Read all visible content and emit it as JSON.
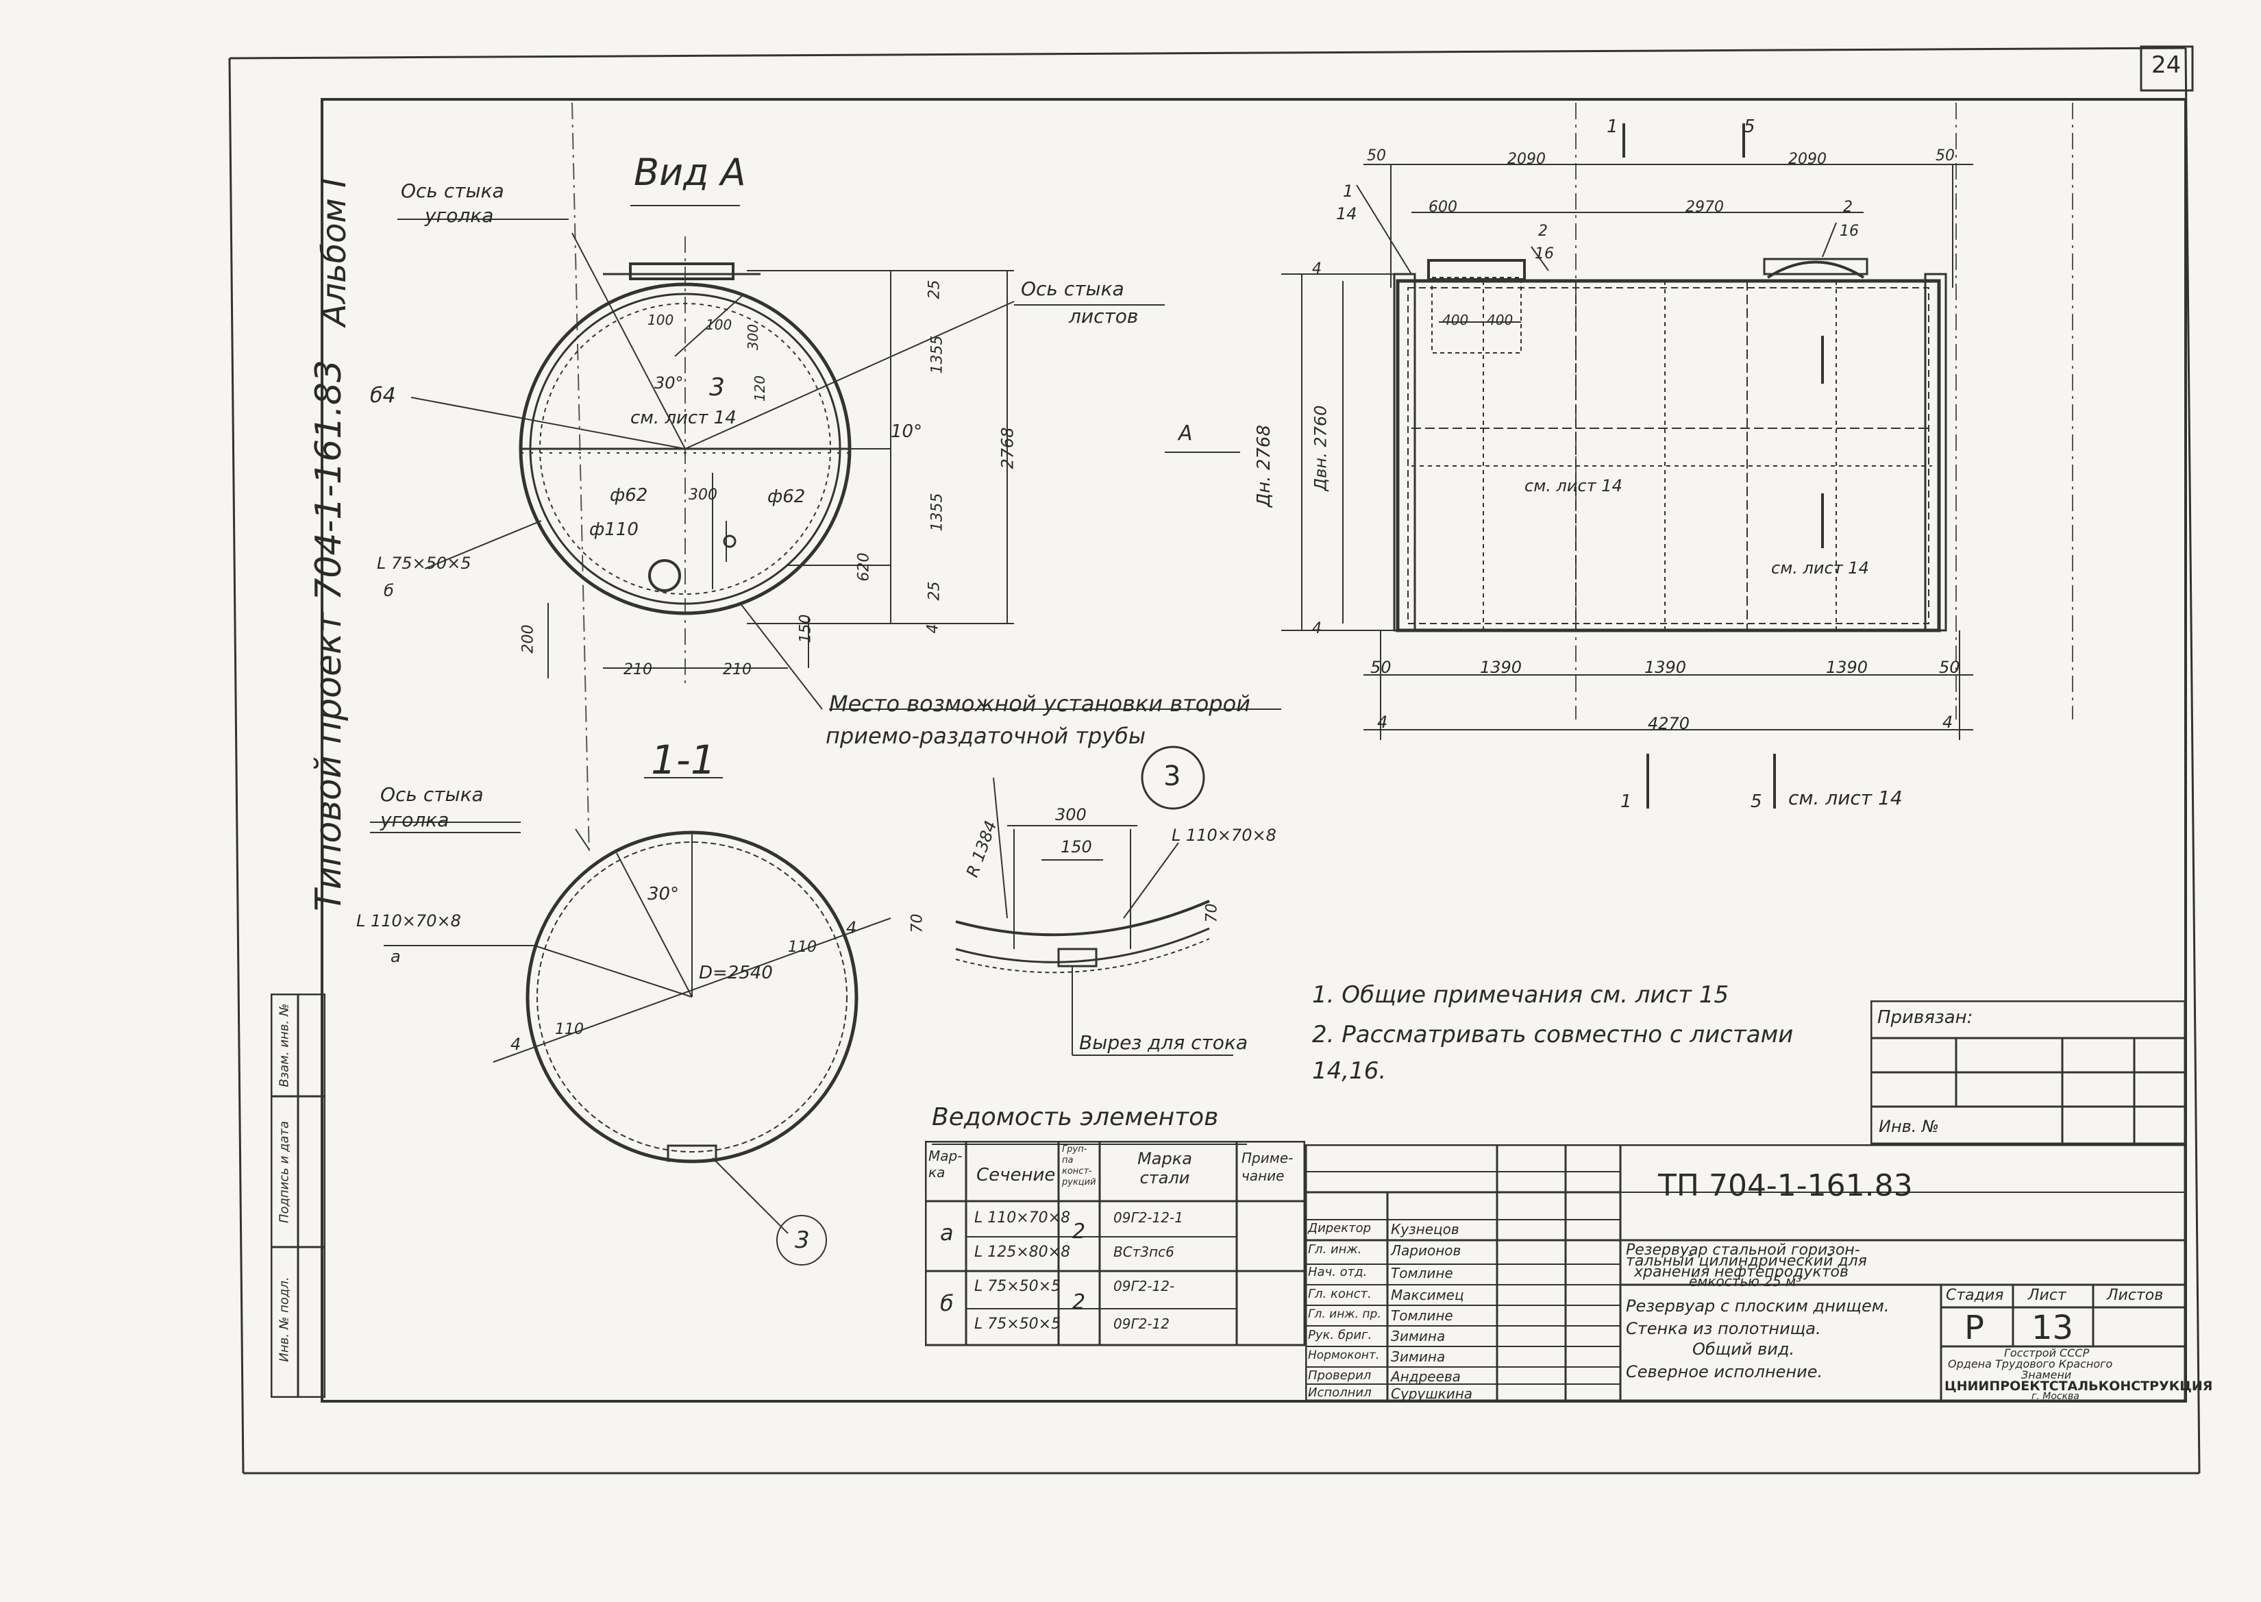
{
  "page_number": "24",
  "album_label": "Альбом I",
  "side_project": "Типовой проект 704-1-161.83",
  "view_a": {
    "title": "Вид А",
    "label_angle_axis": [
      "Ось стыка",
      "уголка"
    ],
    "label_sheet_axis": [
      "Ось стыка",
      "листов"
    ],
    "label_b4": "б4",
    "label_see_sheet": "см. лист 14",
    "label_num3": "3",
    "label_angle_30": "30°",
    "label_angle_10": "10°",
    "label_100a": "100",
    "label_100b": "100",
    "label_300a": "300",
    "label_120": "120",
    "label_300b": "300",
    "label_phi62a": "ф62",
    "label_phi62b": "ф62",
    "label_phi110": "ф110",
    "label_angle_profile": [
      "L 75×50×5",
      "б"
    ],
    "dims_vertical": [
      "25",
      "1355",
      "1355",
      "620",
      "25",
      "4",
      "2768",
      "150"
    ],
    "dim_200": "200",
    "dim_210a": "210",
    "dim_210b": "210",
    "note_second_pipe": [
      "Место возможной установки второй",
      "приемо-раздаточной трубы"
    ]
  },
  "section_1_1": {
    "title": "1-1",
    "label_angle_axis": [
      "Ось стыка",
      "уголка"
    ],
    "label_profile": [
      "L 110×70×8",
      "а"
    ],
    "angle": "30°",
    "diameter": "D=2540",
    "dim_110a": "110",
    "dim_110b": "110",
    "dim_4a": "4",
    "dim_4b": "4",
    "callout": "3"
  },
  "detail_3": {
    "number": "3",
    "radius": "R 1384",
    "dim_300": "300",
    "dim_150": "150",
    "dim_70a": "70",
    "dim_70b": "70",
    "profile": "L 110×70×8",
    "cutout": "Вырез для стока"
  },
  "front_view": {
    "dims_top": [
      "50",
      "2090",
      "2090",
      "50"
    ],
    "dim_600": "600",
    "dim_2970": "2970",
    "dim_400a": "400",
    "dim_400b": "400",
    "callouts": [
      "1",
      "14",
      "2",
      "16",
      "2",
      "16",
      "1",
      "5"
    ],
    "label_dn": "Дн. 2768",
    "label_dvn": "Двн. 2760",
    "label_see14": "см. лист 14",
    "label_see14b": "см. лист 14",
    "label_4a": "4",
    "label_4b": "4",
    "label_a": "А",
    "dims_bottom": [
      "50",
      "1390",
      "1390",
      "1390",
      "50"
    ],
    "dim_total": "4270",
    "dim_4c": "4",
    "dim_4d": "4",
    "section_marks": [
      "1",
      "5"
    ],
    "section_note": "см. лист 14"
  },
  "notes": [
    "1. Общие примечания см. лист 15",
    "2. Рассматривать совместно с листами",
    "14,16."
  ],
  "elements_table": {
    "title": "Ведомость элементов",
    "headers": [
      "Мар-ка",
      "Сечение",
      "Груп-па конст-рукций",
      "Марка стали",
      "Приме-чание"
    ],
    "rows": [
      {
        "mark": "а",
        "sections": [
          "L 110×70×8",
          "L 125×80×8"
        ],
        "group": "2",
        "steels": [
          "09Г2-12-1",
          "ВСт3пс6"
        ],
        "note": ""
      },
      {
        "mark": "б",
        "sections": [
          "L 75×50×5",
          "L 75×50×5"
        ],
        "group": "2",
        "steels": [
          "09Г2-12-",
          "09Г2-12"
        ],
        "note": ""
      }
    ]
  },
  "left_stamp": [
    "Инв. № подл.",
    "Подпись и дата",
    "Взам. инв. №"
  ],
  "privyazan": {
    "title": "Привязан:",
    "inv": "Инв. №"
  },
  "title_block": {
    "code": "ТП 704-1-161.83",
    "people": [
      {
        "role": "Директор",
        "name": "Кузнецов"
      },
      {
        "role": "Гл. инж.",
        "name": "Ларионов"
      },
      {
        "role": "Нач. отд.",
        "name": "Томлине"
      },
      {
        "role": "Гл. конст.",
        "name": "Максимец"
      },
      {
        "role": "Гл. инж. пр.",
        "name": "Томлине"
      },
      {
        "role": "Рук. бриг.",
        "name": "Зимина"
      },
      {
        "role": "Нормоконт.",
        "name": "Зимина"
      },
      {
        "role": "Проверил",
        "name": "Андреева"
      },
      {
        "role": "Исполнил",
        "name": "Сурушкина"
      }
    ],
    "description_1": [
      "Резервуар стальной горизон-",
      "тальный цилиндрический для",
      "хранения нефтепродуктов",
      "ёмкостью 25 м³"
    ],
    "description_2": [
      "Резервуар с плоским днищем.",
      "Стенка из полотнища.",
      "Общий вид.",
      "Северное исполнение."
    ],
    "stage_label": "Стадия",
    "sheet_label": "Лист",
    "sheets_label": "Листов",
    "stage": "Р",
    "sheet": "13",
    "sheets": "",
    "org": [
      "Госстрой СССР",
      "Ордена Трудового Красного",
      "Знамени",
      "ЦНИИПРОЕКТСТАЛЬКОНСТРУКЦИЯ",
      "г. Москва"
    ]
  }
}
